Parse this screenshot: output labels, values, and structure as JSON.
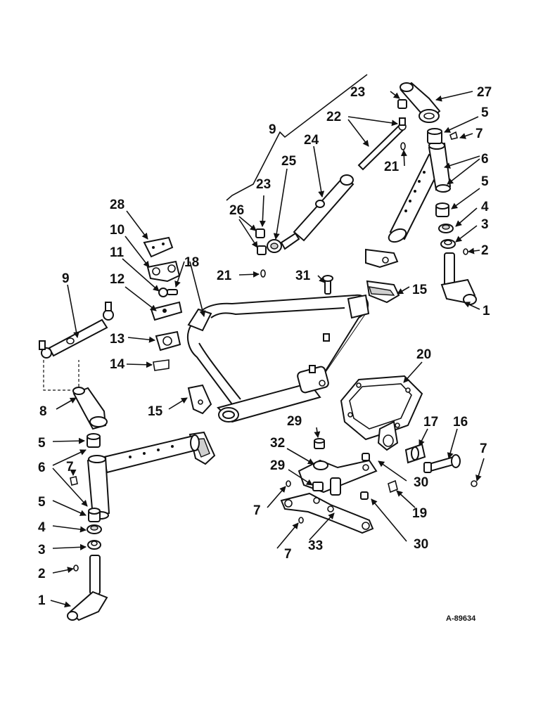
{
  "diagram": {
    "part_number": "A-89634",
    "callouts": {
      "c1a": "1",
      "c1b": "1",
      "c2a": "2",
      "c2b": "2",
      "c3a": "3",
      "c3b": "3",
      "c4a": "4",
      "c4b": "4",
      "c5a": "5",
      "c5b": "5",
      "c5c": "5",
      "c5d": "5",
      "c6a": "6",
      "c6b": "6",
      "c7a": "7",
      "c7b": "7",
      "c7c": "7",
      "c7d": "7",
      "c7e": "7",
      "c8": "8",
      "c9a": "9",
      "c9b": "9",
      "c10": "10",
      "c11": "11",
      "c12": "12",
      "c13": "13",
      "c14": "14",
      "c15a": "15",
      "c15b": "15",
      "c16": "16",
      "c17": "17",
      "c18": "18",
      "c19": "19",
      "c20": "20",
      "c21a": "21",
      "c21b": "21",
      "c22": "22",
      "c23a": "23",
      "c23b": "23",
      "c24": "24",
      "c25": "25",
      "c26": "26",
      "c27": "27",
      "c28": "28",
      "c29a": "29",
      "c29b": "29",
      "c30a": "30",
      "c30b": "30",
      "c31": "31",
      "c32": "32",
      "c33": "33"
    }
  }
}
